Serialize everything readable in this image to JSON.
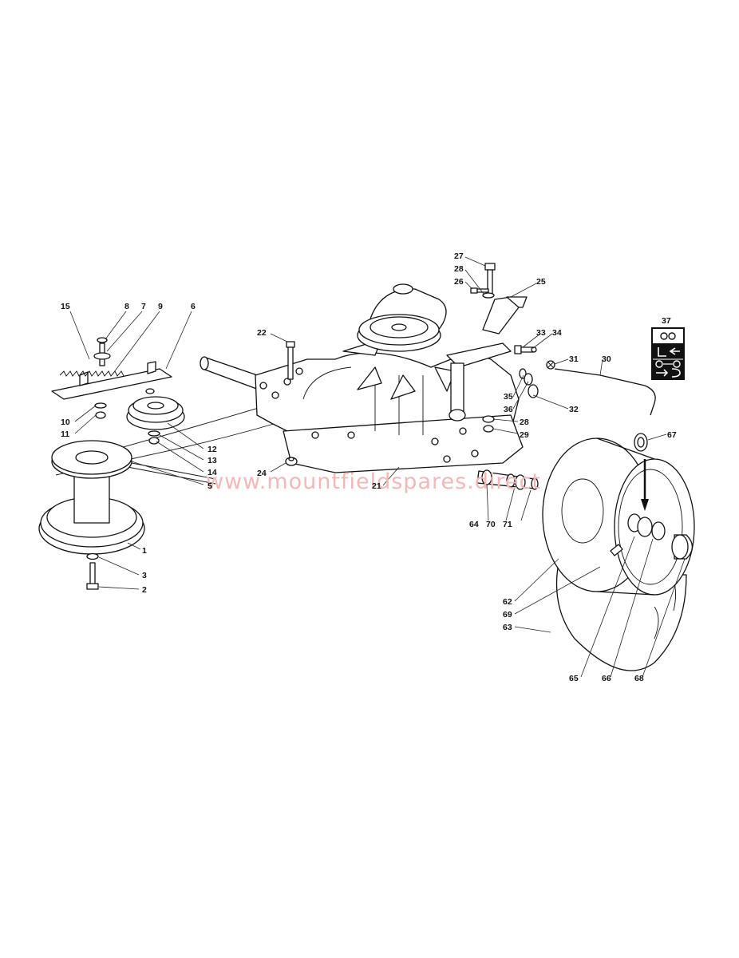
{
  "diagram": {
    "labels": [
      "1",
      "2",
      "3",
      "5",
      "6",
      "7",
      "8",
      "9",
      "10",
      "11",
      "12",
      "13",
      "14",
      "15",
      "21",
      "22",
      "24",
      "25",
      "26",
      "27",
      "28",
      "28",
      "29",
      "30",
      "31",
      "32",
      "33",
      "34",
      "35",
      "36",
      "37",
      "62",
      "63",
      "64",
      "65",
      "66",
      "67",
      "68",
      "69",
      "70",
      "71"
    ],
    "watermark": "www.mountfieldspares.direct"
  },
  "colors": {
    "line": "#111111",
    "watermark": "#f2b8b8",
    "background": "#ffffff"
  }
}
